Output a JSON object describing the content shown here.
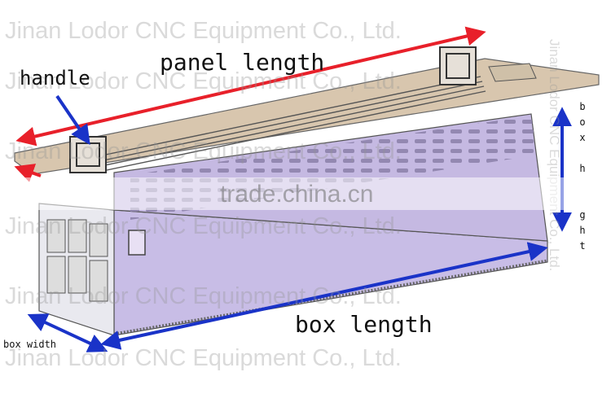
{
  "labels": {
    "handle": "handle",
    "panel_length": "panel length",
    "box_length": "box length",
    "box_width": "box width",
    "box_height_chars": [
      "b",
      "o",
      "x",
      "",
      "h",
      "",
      "",
      "g",
      "h",
      "t"
    ]
  },
  "watermarks": {
    "company": "Jinan Lodor CNC Equipment Co., Ltd.",
    "site": "trade.china.cn"
  },
  "colors": {
    "panel_arrow": "#e8202a",
    "box_arrow": "#1a33c8",
    "handle_arrow": "#1a33c8",
    "box_side": "#c8bde6",
    "panel_top": "#d8c6ae"
  }
}
